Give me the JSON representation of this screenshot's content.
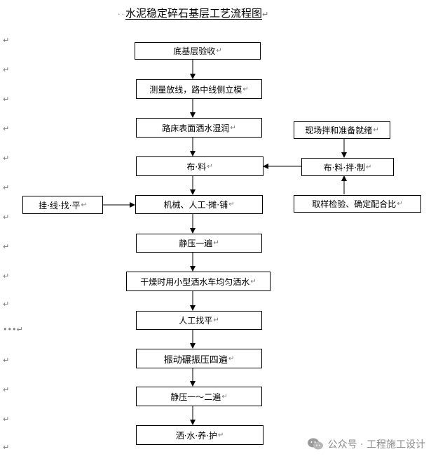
{
  "title": "水泥稳定碎石基层工艺流程图",
  "title_prefix_dots": "··",
  "paragraph_mark": "↵",
  "ellipsis_mark": "•••",
  "steps": [
    {
      "label": "底基层验收"
    },
    {
      "label": "测量放线，路中线侧立模"
    },
    {
      "label": "路床表面洒水湿润"
    },
    {
      "label": "布·料"
    },
    {
      "label": "机械、人工·摊·铺"
    },
    {
      "label": "静压一遍"
    },
    {
      "label": "干燥时用小型洒水车均匀洒水"
    },
    {
      "label": "人工找平"
    },
    {
      "label": "振动碾振压四遍"
    },
    {
      "label": "静压一～二遍"
    },
    {
      "label": "洒·水·养·护"
    }
  ],
  "side_left": {
    "label": "挂·线·找·平"
  },
  "side_right": [
    {
      "label": "现场拌和准备就绪"
    },
    {
      "label": "布·料·拌·制"
    },
    {
      "label": "取样检验、确定配合比"
    }
  ],
  "watermark": {
    "text": "公众号 · 工程施工设计",
    "icon": "wechat-icon"
  },
  "colors": {
    "line": "#000000",
    "mark": "#777777",
    "watermark": "#8a8a8a"
  }
}
